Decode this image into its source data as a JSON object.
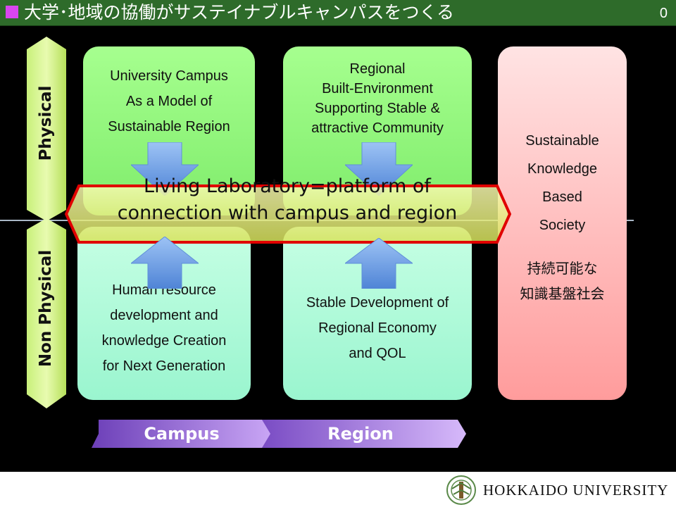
{
  "title": "大学･地域の協働がサステイナブルキャンパスをつくる",
  "slide_number": "0",
  "side_labels": {
    "physical": "Physical",
    "non_physical": "Non Physical"
  },
  "boxes": {
    "univ_campus": "University Campus\nAs a Model of\nSustainable Region",
    "regional_built": "Regional\nBuilt-Environment\nSupporting Stable &\nattractive Community",
    "human_resource": "Human resource\ndevelopment and\nknowledge Creation\nfor Next Generation",
    "stable_dev": "Stable Development of\nRegional Economy\nand QOL",
    "sustainable_en": "Sustainable\nKnowledge\nBased\nSociety",
    "sustainable_ja": "持続可能な\n知識基盤社会"
  },
  "living_lab": "Living Laboratory=platform of connection with campus and region",
  "bottom_labels": {
    "campus": "Campus",
    "region": "Region"
  },
  "footer": {
    "university": "HOKKAIDO UNIVERSITY"
  },
  "colors": {
    "title_bg": "#2e6b2a",
    "title_square": "#d946ef",
    "box_green": "#8ef27a",
    "box_mint": "#adf7d8",
    "box_pink": "#ffb3b3",
    "lab_band": "#e8f07a",
    "lab_border": "#e00000",
    "arrow": "#6f9fe0",
    "band_purple": "#8a5cd6"
  }
}
